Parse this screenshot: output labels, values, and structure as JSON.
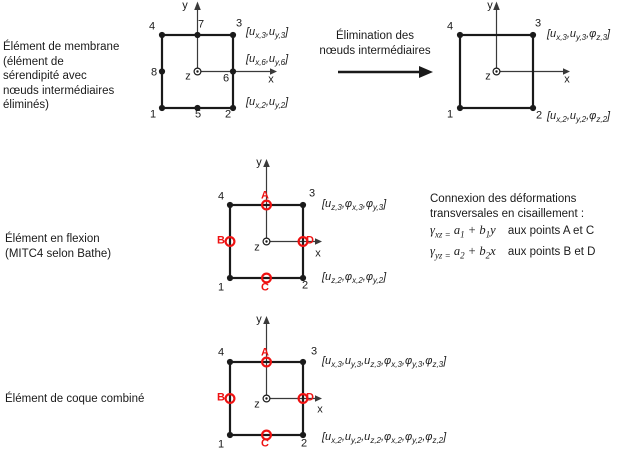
{
  "palette": {
    "ink": "#1a1a1a",
    "red": "#ee1111",
    "background": "#ffffff"
  },
  "axis_labels": {
    "x": "x",
    "y": "y",
    "z": "z"
  },
  "membrane_row": {
    "caption_lines": [
      "Élément de membrane",
      "(élément de",
      "sérendipité avec",
      "nœuds intermédiaires",
      "éliminés)"
    ],
    "full_element": {
      "nodes": {
        "n1": "1",
        "n2": "2",
        "n3": "3",
        "n4": "4",
        "n5": "5",
        "n6": "6",
        "n7": "7",
        "n8": "8"
      },
      "dof_node3": "[u_{x,3},u_{y,3}]",
      "dof_node6": "[u_{x,6},u_{y,6}]",
      "dof_node2": "[u_{x,2},u_{y,2}]"
    },
    "transition": {
      "line1": "Élimination des",
      "line2": "nœuds intermédiaires"
    },
    "reduced_element": {
      "nodes": {
        "n1": "1",
        "n2": "2",
        "n3": "3",
        "n4": "4"
      },
      "dof_node3": "[u_{x,3},u_{y,3},φ_{z,3}]",
      "dof_node2": "[u_{x,2},u_{y,2},φ_{z,2}]"
    }
  },
  "bending_row": {
    "caption_lines": [
      "Élément en flexion",
      "(MITC4 selon Bathe)"
    ],
    "element": {
      "nodes": {
        "n1": "1",
        "n2": "2",
        "n3": "3",
        "n4": "4"
      },
      "tying_points": {
        "A": "A",
        "B": "B",
        "C": "C",
        "D": "D"
      },
      "dof_node3": "[u_{z,3},φ_{x,3},φ_{y,3}]",
      "dof_node2": "[u_{z,2},φ_{x,2},φ_{y,2}]"
    },
    "shear_note": {
      "line1": "Connexion des déformations",
      "line2": "transversales en cisaillement :",
      "eq1": "γ_{xz =} a_{1} + b_{1}y",
      "eq1_points": "aux points A et C",
      "eq2": "γ_{yz =} a_{2} + b_{2}x",
      "eq2_points": "aux points B et D"
    }
  },
  "shell_row": {
    "caption": "Élément de coque combiné",
    "element": {
      "nodes": {
        "n1": "1",
        "n2": "2",
        "n3": "3",
        "n4": "4"
      },
      "tying_points": {
        "A": "A",
        "B": "B",
        "C": "C",
        "D": "D"
      },
      "dof_node3": "[u_{x,3},u_{y,3},u_{z,3},φ_{x,3},φ_{y,3},φ_{z,3}]",
      "dof_node2": "[u_{x,2},u_{y,2},u_{z,2},φ_{x,2},φ_{y,2},φ_{z,2}]"
    }
  }
}
